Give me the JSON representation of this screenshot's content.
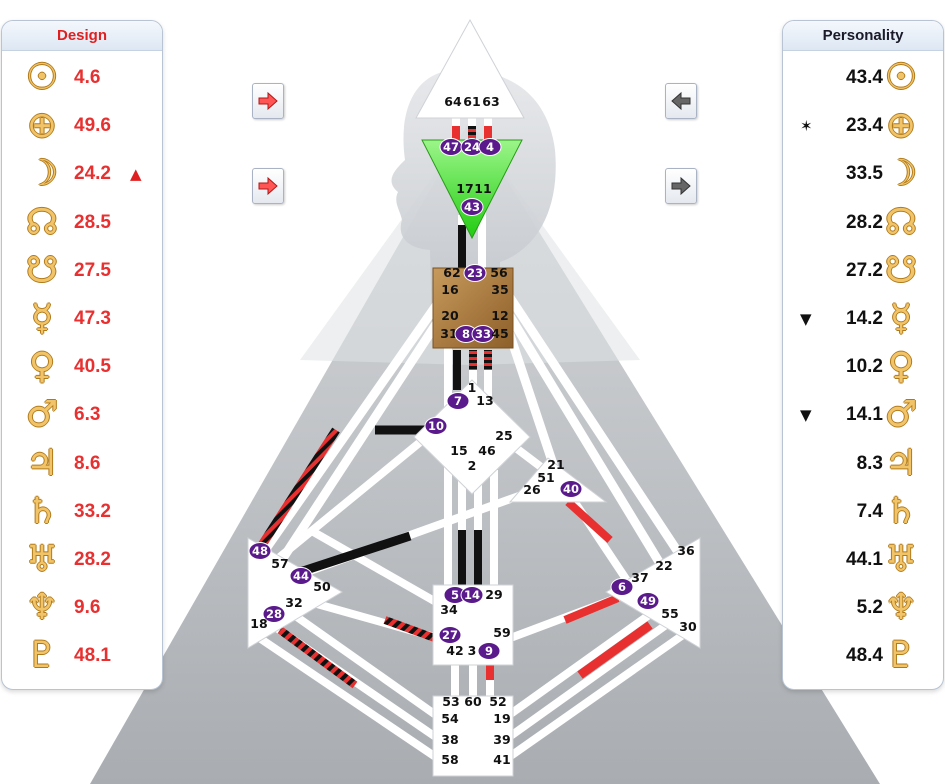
{
  "design": {
    "title": "Design",
    "rows": [
      {
        "icon": "sun-icon",
        "glyph": "☉",
        "value": "4.6",
        "mark": ""
      },
      {
        "icon": "earth-icon",
        "glyph": "⊕",
        "value": "49.6",
        "mark": ""
      },
      {
        "icon": "moon-icon",
        "glyph": "☽",
        "value": "24.2",
        "mark": "▲"
      },
      {
        "icon": "north-node-icon",
        "glyph": "☊",
        "value": "28.5",
        "mark": ""
      },
      {
        "icon": "south-node-icon",
        "glyph": "☋",
        "value": "27.5",
        "mark": ""
      },
      {
        "icon": "mercury-icon",
        "glyph": "☿",
        "value": "47.3",
        "mark": ""
      },
      {
        "icon": "venus-icon",
        "glyph": "♀",
        "value": "40.5",
        "mark": ""
      },
      {
        "icon": "mars-icon",
        "glyph": "♂",
        "value": "6.3",
        "mark": ""
      },
      {
        "icon": "jupiter-icon",
        "glyph": "♃",
        "value": "8.6",
        "mark": ""
      },
      {
        "icon": "saturn-icon",
        "glyph": "♄",
        "value": "33.2",
        "mark": ""
      },
      {
        "icon": "uranus-icon",
        "glyph": "♅",
        "value": "28.2",
        "mark": ""
      },
      {
        "icon": "neptune-icon",
        "glyph": "♆",
        "value": "9.6",
        "mark": ""
      },
      {
        "icon": "pluto-icon",
        "glyph": "♇",
        "value": "48.1",
        "mark": ""
      }
    ]
  },
  "personality": {
    "title": "Personality",
    "rows": [
      {
        "icon": "sun-icon",
        "glyph": "☉",
        "value": "43.4",
        "mark": ""
      },
      {
        "icon": "earth-icon",
        "glyph": "⊕",
        "value": "23.4",
        "mark": "✶"
      },
      {
        "icon": "moon-icon",
        "glyph": "☽",
        "value": "33.5",
        "mark": ""
      },
      {
        "icon": "north-node-icon",
        "glyph": "☊",
        "value": "28.2",
        "mark": ""
      },
      {
        "icon": "south-node-icon",
        "glyph": "☋",
        "value": "27.2",
        "mark": ""
      },
      {
        "icon": "mercury-icon",
        "glyph": "☿",
        "value": "14.2",
        "mark": "▼"
      },
      {
        "icon": "venus-icon",
        "glyph": "♀",
        "value": "10.2",
        "mark": ""
      },
      {
        "icon": "mars-icon",
        "glyph": "♂",
        "value": "14.1",
        "mark": "▼"
      },
      {
        "icon": "jupiter-icon",
        "glyph": "♃",
        "value": "8.3",
        "mark": ""
      },
      {
        "icon": "saturn-icon",
        "glyph": "♄",
        "value": "7.4",
        "mark": ""
      },
      {
        "icon": "uranus-icon",
        "glyph": "♅",
        "value": "44.1",
        "mark": ""
      },
      {
        "icon": "neptune-icon",
        "glyph": "♆",
        "value": "5.2",
        "mark": ""
      },
      {
        "icon": "pluto-icon",
        "glyph": "♇",
        "value": "48.4",
        "mark": ""
      }
    ]
  },
  "buttons": [
    {
      "name": "design-arrow-button-1",
      "icon": "red-right-arrow-icon"
    },
    {
      "name": "design-arrow-button-2",
      "icon": "red-right-arrow-icon"
    },
    {
      "name": "personality-arrow-button-1",
      "icon": "gray-left-arrow-icon"
    },
    {
      "name": "personality-arrow-button-2",
      "icon": "gray-right-arrow-icon"
    }
  ],
  "colors": {
    "design": "#e83030",
    "personality": "#111111",
    "activated_gate": "#5a1a8c",
    "ajna": "#33dd22",
    "ego_center": "#a87a40"
  },
  "bodygraph": {
    "head": {
      "gates": [
        "64",
        "61",
        "63"
      ]
    },
    "ajna": {
      "gates": [
        "47",
        "24",
        "4",
        "17",
        "11",
        "43"
      ],
      "activated": [
        "47",
        "24",
        "4",
        "43"
      ]
    },
    "throat": {
      "gates": [
        "62",
        "23",
        "56",
        "16",
        "35",
        "20",
        "12",
        "31",
        "8",
        "33",
        "45"
      ],
      "activated": [
        "23",
        "8",
        "33"
      ]
    },
    "g_center": {
      "gates": [
        "1",
        "7",
        "13",
        "10",
        "25",
        "15",
        "46",
        "2"
      ],
      "activated": [
        "7",
        "10"
      ]
    },
    "heart": {
      "gates": [
        "21",
        "51",
        "26",
        "40"
      ],
      "activated": [
        "40"
      ]
    },
    "spleen": {
      "gates": [
        "48",
        "57",
        "44",
        "50",
        "32",
        "28",
        "18"
      ],
      "activated": [
        "48",
        "44",
        "28"
      ]
    },
    "sacral": {
      "gates": [
        "5",
        "14",
        "29",
        "34",
        "27",
        "59",
        "42",
        "3",
        "9"
      ],
      "activated": [
        "5",
        "14",
        "27",
        "9"
      ]
    },
    "solar_plexus": {
      "gates": [
        "36",
        "22",
        "37",
        "6",
        "49",
        "55",
        "30"
      ],
      "activated": [
        "6",
        "49"
      ]
    },
    "root": {
      "gates": [
        "53",
        "60",
        "52",
        "54",
        "19",
        "38",
        "39",
        "58",
        "41"
      ],
      "activated": []
    }
  }
}
